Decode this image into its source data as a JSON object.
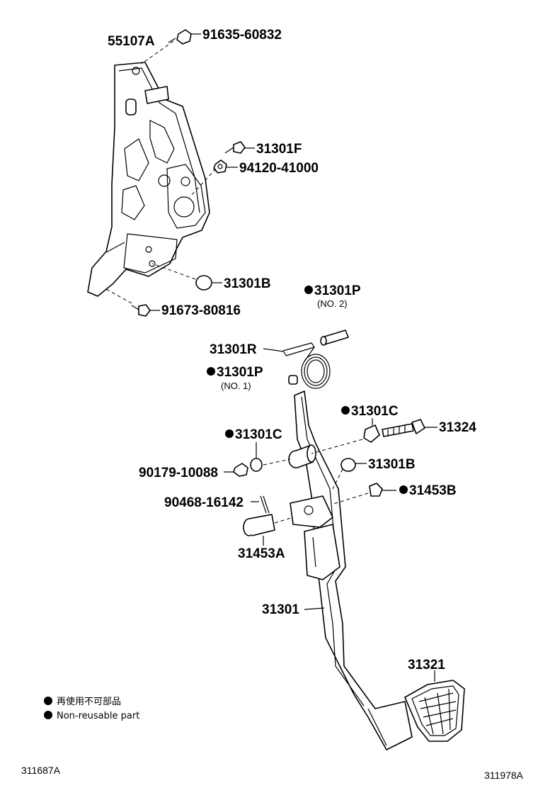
{
  "labels": {
    "bracket": "55107A",
    "bolt_top": "91635-60832",
    "bolt_f": "31301F",
    "nut_41000": "94120-41000",
    "bush_b_upper": "31301B",
    "bolt_80816": "91673-80816",
    "pin_p2": "31301P",
    "pin_p2_note": "(NO. 2)",
    "spring_r": "31301R",
    "pin_p1": "31301P",
    "pin_p1_note": "(NO. 1)",
    "collar_c_right": "31301C",
    "bolt_31324": "31324",
    "collar_c_left": "31301C",
    "nut_10088": "90179-10088",
    "bush_b_lower": "31301B",
    "clip_16142": "90468-16142",
    "bush_31453b": "31453B",
    "pin_31453a": "31453A",
    "pedal_arm": "31301",
    "pedal_pad": "31321"
  },
  "legend": {
    "jp": "再使用不可部品",
    "en": "Non-reusable part"
  },
  "footer": {
    "left_code": "311687A",
    "right_code": "311978A"
  }
}
